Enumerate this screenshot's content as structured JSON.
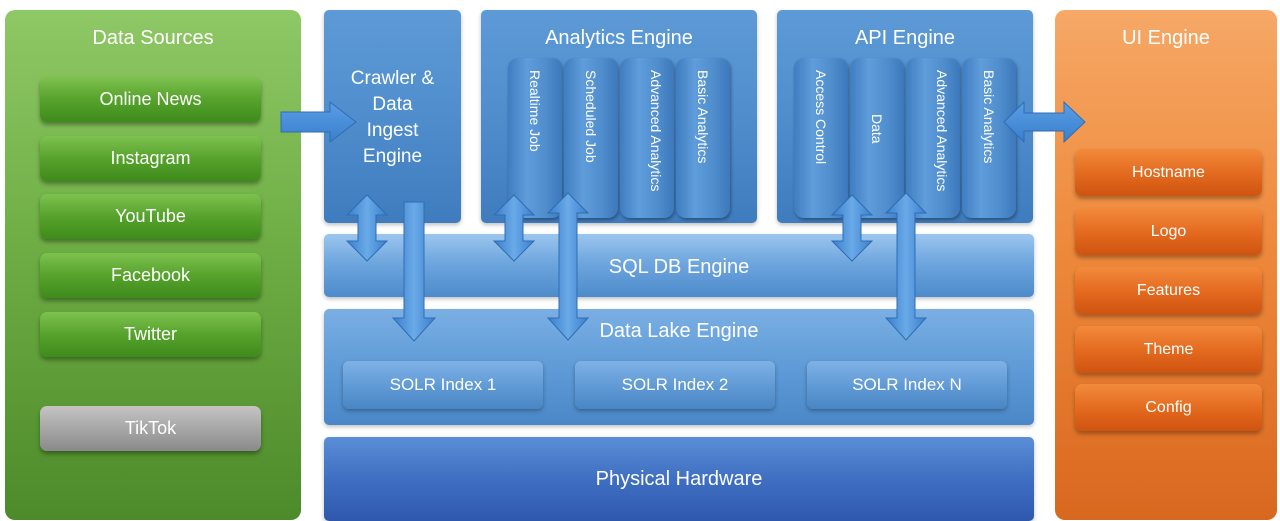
{
  "data_sources": {
    "title": "Data Sources",
    "items": [
      "Online News",
      "Instagram",
      "YouTube",
      "Facebook",
      "Twitter"
    ],
    "inactive_item": "TikTok"
  },
  "crawler": {
    "lines": [
      "Crawler &",
      "Data",
      "Ingest",
      "Engine"
    ]
  },
  "analytics_engine": {
    "title": "Analytics Engine",
    "columns": [
      "Realtime Job",
      "Scheduled Job",
      "Advanced Analytics",
      "Basic Analytics"
    ]
  },
  "api_engine": {
    "title": "API Engine",
    "columns": [
      "Access Control",
      "Data",
      "Advanced Analytics",
      "Basic Analytics"
    ]
  },
  "sql_db": {
    "label": "SQL DB Engine"
  },
  "data_lake": {
    "label": "Data Lake Engine",
    "indexes": [
      "SOLR Index 1",
      "SOLR Index 2",
      "SOLR Index N"
    ]
  },
  "hardware": {
    "label": "Physical Hardware"
  },
  "ui_engine": {
    "title": "UI Engine",
    "items": [
      "Hostname",
      "Logo",
      "Features",
      "Theme",
      "Config"
    ]
  },
  "colors": {
    "sources_green": "#5fa336",
    "engine_blue": "#4f8dcd",
    "ui_orange": "#e8772c",
    "arrow_blue": "#4a8fd6",
    "inactive_gray": "#a4a4a4"
  }
}
